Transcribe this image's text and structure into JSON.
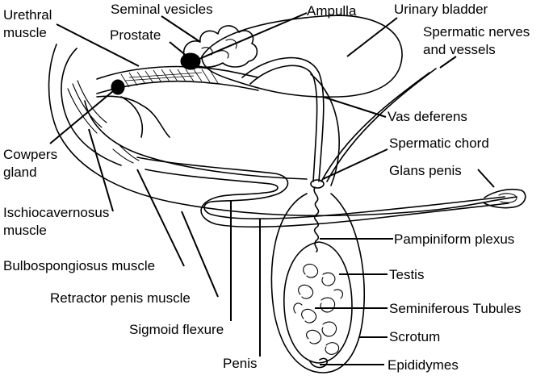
{
  "labels": {
    "urethral_muscle": [
      "Urethral",
      "muscle"
    ],
    "seminal_vesicles": "Seminal vesicles",
    "ampulla": "Ampulla",
    "urinary_bladder": "Urinary bladder",
    "prostate": "Prostate",
    "spermatic_nerves": [
      "Spermatic nerves",
      "and vessels"
    ],
    "vas_deferens": "Vas deferens",
    "cowpers_gland": [
      "Cowpers",
      "gland"
    ],
    "spermatic_chord": "Spermatic chord",
    "glans_penis": "Glans penis",
    "ischiocavernosus": [
      "Ischiocavernosus",
      "muscle"
    ],
    "pampiniform_plexus": "Pampiniform plexus",
    "bulbospongiosus": "Bulbospongiosus muscle",
    "testis": "Testis",
    "retractor_penis": "Retractor penis muscle",
    "seminiferous_tubules": "Seminiferous Tubules",
    "sigmoid_flexure": "Sigmoid flexure",
    "scrotum": "Scrotum",
    "penis": "Penis",
    "epididymes": "Epididymes"
  },
  "colors": {
    "ink": "#000000",
    "background": "#ffffff"
  }
}
